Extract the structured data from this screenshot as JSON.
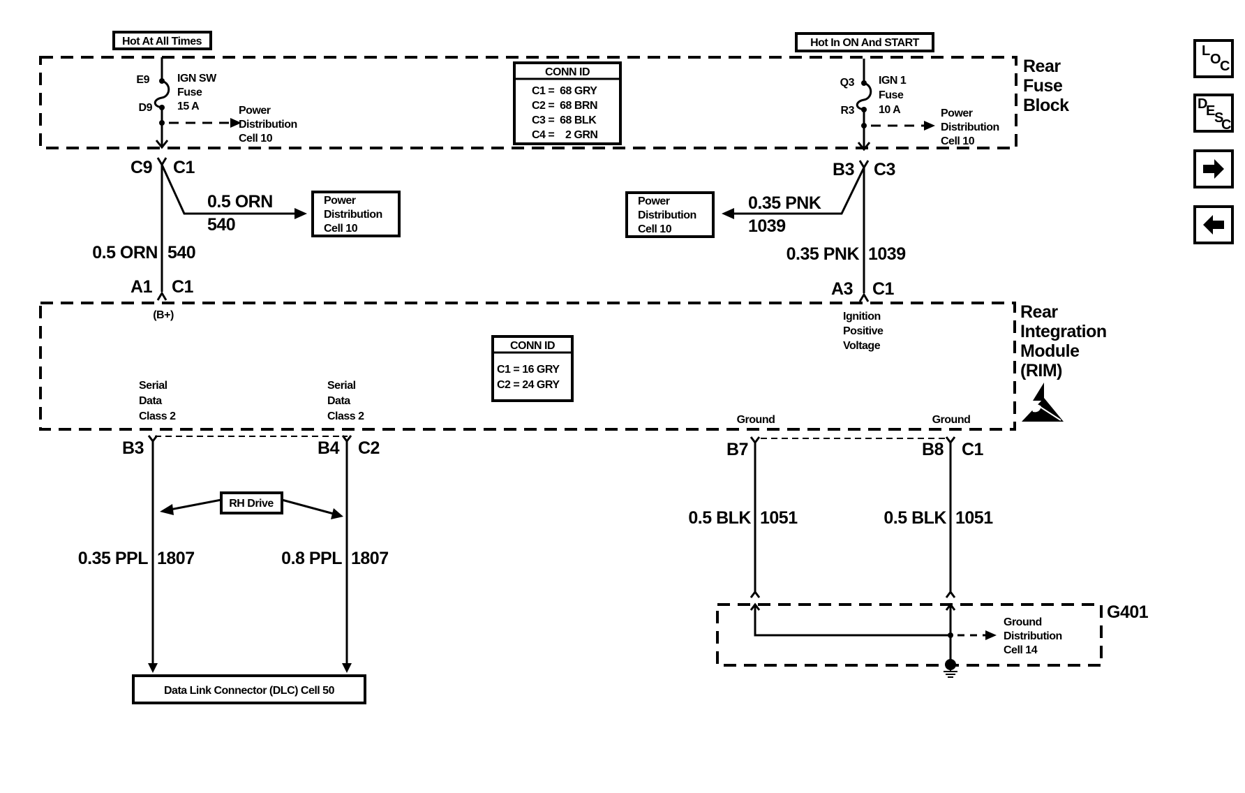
{
  "rear_fuse_block": {
    "title_lines": [
      "Rear",
      "Fuse",
      "Block"
    ],
    "left_feed": {
      "supply_label": "Hot At All Times",
      "pin_in": "E9",
      "pin_out": "D9",
      "fuse_lines": [
        "IGN SW",
        "Fuse",
        "15 A"
      ],
      "splice_ref_lines": [
        "Power",
        "Distribution",
        "Cell 10"
      ]
    },
    "right_feed": {
      "supply_label": "Hot In ON And START",
      "pin_in": "Q3",
      "pin_out": "R3",
      "fuse_lines": [
        "IGN 1",
        "Fuse",
        "10 A"
      ],
      "splice_ref_lines": [
        "Power",
        "Distribution",
        "Cell 10"
      ]
    },
    "conn_id": {
      "header": "CONN ID",
      "rows": [
        "C1 =  68 GRY",
        "C2 =  68 BRN",
        "C3 =  68 BLK",
        "C4 =    2 GRN"
      ]
    }
  },
  "left_circuit": {
    "fuse_connector_pin": "C9",
    "fuse_connector_id": "C1",
    "branch_wire_color": "0.5 ORN",
    "branch_wire_circuit": "540",
    "branch_ref_lines": [
      "Power",
      "Distribution",
      "Cell 10"
    ],
    "main_wire_color": "0.5 ORN",
    "main_wire_circuit": "540",
    "rim_pin": "A1",
    "rim_connector_id": "C1",
    "rim_pin_function": "(B+)"
  },
  "right_circuit": {
    "fuse_connector_pin": "B3",
    "fuse_connector_id": "C3",
    "branch_wire_color": "0.35 PNK",
    "branch_wire_circuit": "1039",
    "branch_ref_lines": [
      "Power",
      "Distribution",
      "Cell 10"
    ],
    "main_wire_color": "0.35 PNK",
    "main_wire_circuit": "1039",
    "rim_pin": "A3",
    "rim_connector_id": "C1",
    "rim_pin_function_lines": [
      "Ignition",
      "Positive",
      "Voltage"
    ]
  },
  "rim": {
    "title_lines": [
      "Rear",
      "Integration",
      "Module",
      "(RIM)"
    ],
    "esd_icon": "esd-sensitive-icon",
    "conn_id": {
      "header": "CONN ID",
      "rows": [
        "C1 = 16 GRY",
        "C2 = 24 GRY"
      ]
    },
    "serial_data_1_lines": [
      "Serial",
      "Data",
      "Class 2"
    ],
    "serial_data_2_lines": [
      "Serial",
      "Data",
      "Class 2"
    ],
    "ground_1_label": "Ground",
    "ground_2_label": "Ground"
  },
  "serial_data": {
    "pin_1": "B3",
    "pin_2": "B4",
    "connector_id": "C2",
    "note_label": "RH Drive",
    "wire_1_color": "0.35 PPL",
    "wire_1_circuit": "1807",
    "wire_2_color": "0.8 PPL",
    "wire_2_circuit": "1807",
    "destination": "Data Link Connector (DLC) Cell 50"
  },
  "ground": {
    "pin_1": "B7",
    "pin_2": "B8",
    "connector_id": "C1",
    "wire_1_color": "0.5 BLK",
    "wire_1_circuit": "1051",
    "wire_2_color": "0.5 BLK",
    "wire_2_circuit": "1051",
    "ground_point": "G401",
    "ref_lines": [
      "Ground",
      "Distribution",
      "Cell 14"
    ]
  },
  "nav_buttons": {
    "loc": [
      "L",
      "O",
      "C"
    ],
    "desc": [
      "D",
      "E",
      "S",
      "C"
    ],
    "next_icon": "arrow-right-icon",
    "prev_icon": "arrow-left-icon"
  }
}
